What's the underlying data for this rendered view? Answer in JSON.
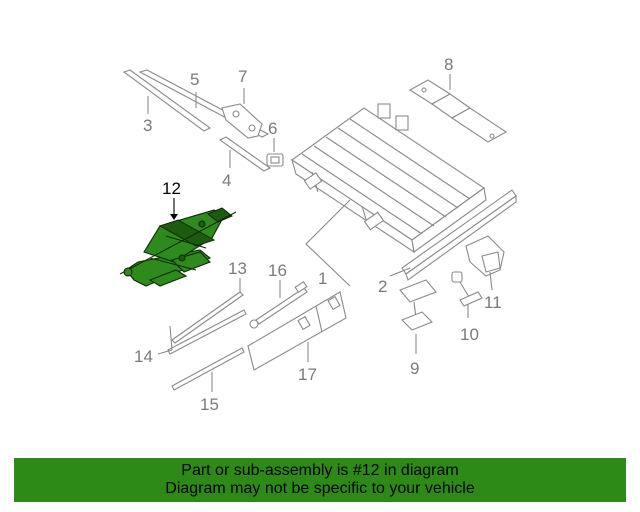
{
  "diagram": {
    "highlight_color": "#2e8a16",
    "callouts": {
      "c1": "1",
      "c2": "2",
      "c3": "3",
      "c4": "4",
      "c5": "5",
      "c6": "6",
      "c7": "7",
      "c8": "8",
      "c9": "9",
      "c10": "10",
      "c11": "11",
      "c12": "12",
      "c13": "13",
      "c14": "14",
      "c15": "15",
      "c16": "16",
      "c17": "17"
    },
    "highlighted_part": "12"
  },
  "banner": {
    "line1": "Part or sub-assembly is #12 in diagram",
    "line2": "Diagram may not be specific to your vehicle",
    "background": "#2e8a16"
  }
}
